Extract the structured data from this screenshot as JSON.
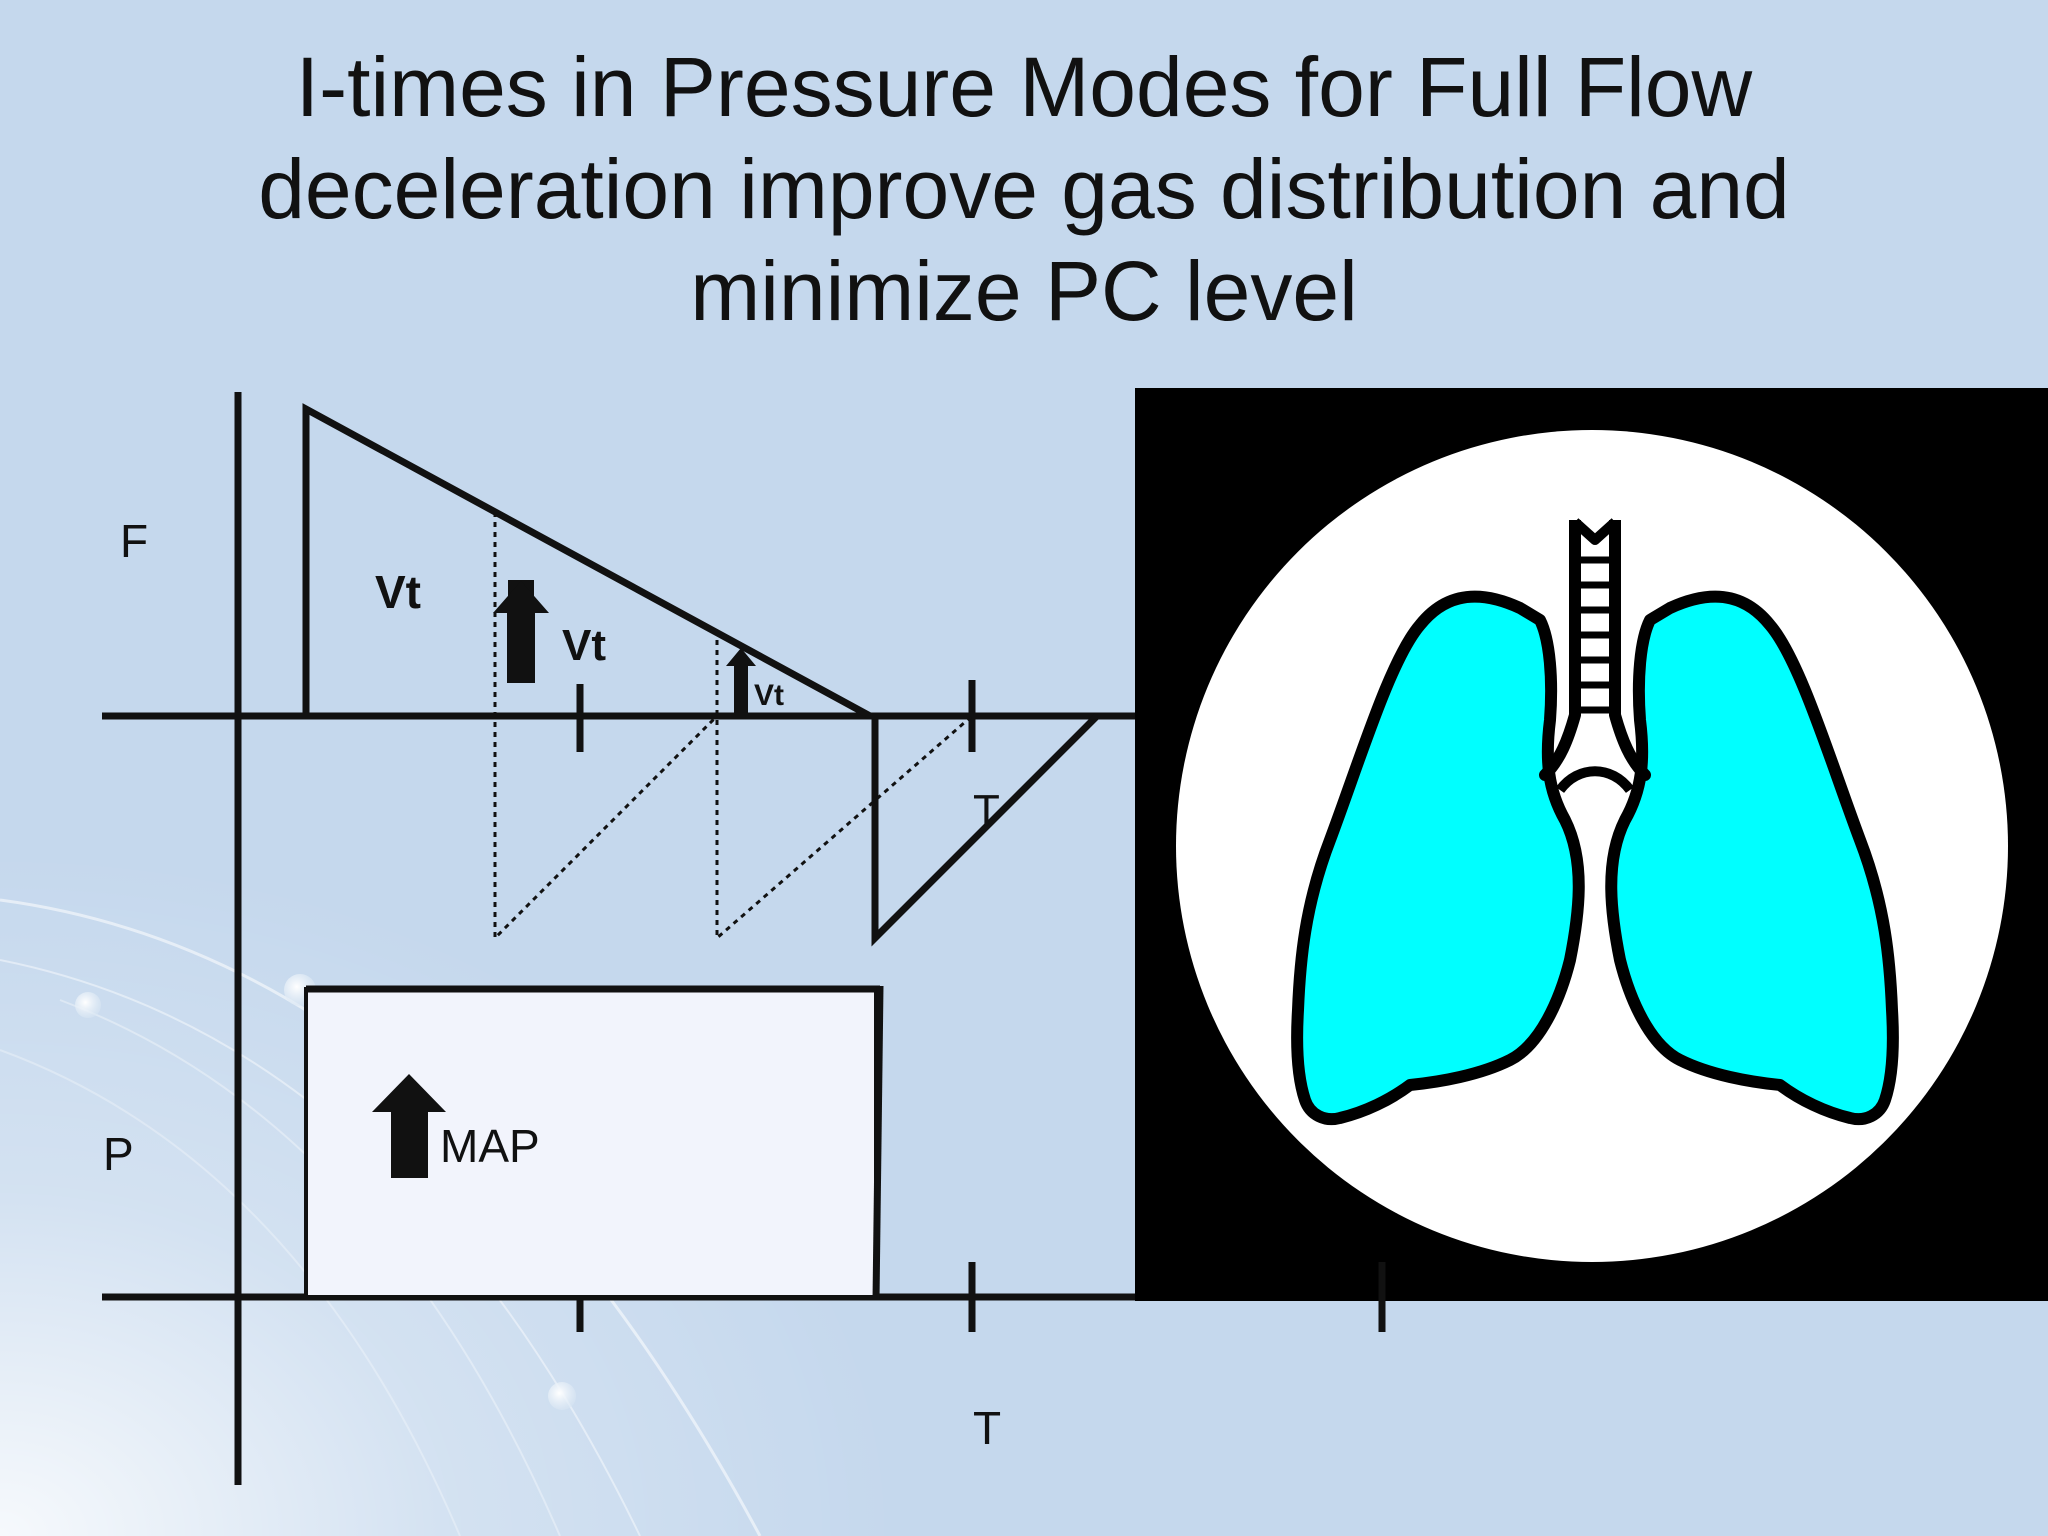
{
  "slide": {
    "title_lines": [
      "I-times in Pressure Modes for Full Flow",
      "deceleration improve gas distribution and",
      "minimize PC level"
    ]
  },
  "diagram": {
    "flow_axis_label": "F",
    "pressure_axis_label": "P",
    "time_label_upper": "T",
    "time_label_lower": "T",
    "vt_label_large": "Vt",
    "vt_label_medium": "Vt",
    "vt_label_small": "Vt",
    "map_label": "MAP",
    "colors": {
      "background": "#c5d8ed",
      "line": "#111111",
      "pressure_box_fill": "#f2f4fc",
      "lung_fill": "#00ffff",
      "image_panel": "#000000",
      "lung_circle": "#ffffff"
    },
    "icons": [
      "up-arrow-icon",
      "lungs-icon"
    ]
  }
}
